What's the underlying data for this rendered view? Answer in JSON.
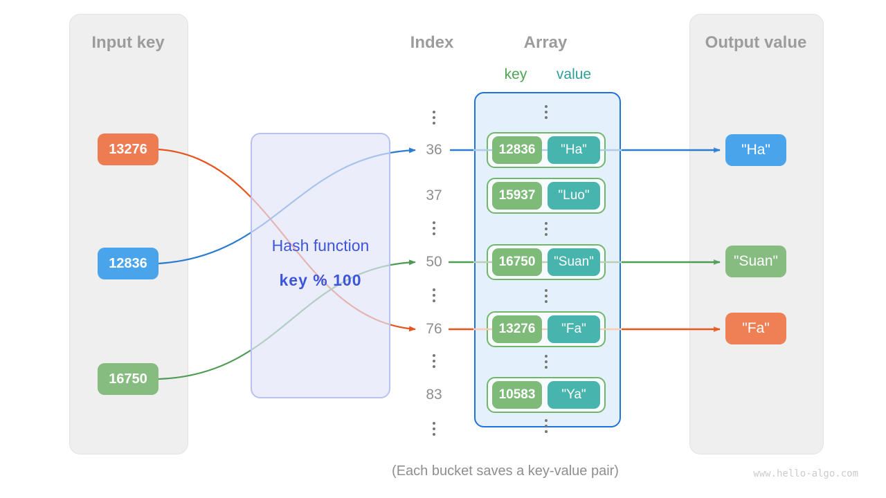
{
  "input_panel": {
    "title": "Input key",
    "keys": [
      "13276",
      "12836",
      "16750"
    ]
  },
  "hash_box": {
    "title": "Hash function",
    "formula": "key % 100"
  },
  "index_column": {
    "title": "Index",
    "values": [
      "36",
      "37",
      "50",
      "76",
      "83"
    ]
  },
  "array_section": {
    "title": "Array",
    "key_header": "key",
    "value_header": "value",
    "buckets": [
      {
        "key": "12836",
        "value": "\"Ha\""
      },
      {
        "key": "15937",
        "value": "\"Luo\""
      },
      {
        "key": "16750",
        "value": "\"Suan\""
      },
      {
        "key": "13276",
        "value": "\"Fa\""
      },
      {
        "key": "10583",
        "value": "\"Ya\""
      }
    ]
  },
  "output_panel": {
    "title": "Output value",
    "values": [
      "\"Ha\"",
      "\"Suan\"",
      "\"Fa\""
    ]
  },
  "caption": "(Each bucket saves a key-value pair)",
  "watermark": "www.hello-algo.com",
  "colors": {
    "orange_box": "#ed7c52",
    "blue_box": "#49a4eb",
    "green_box": "#86bc80",
    "teal_chip": "#47b5ae",
    "green_chip": "#7eba78",
    "bucket_border": "#6fb56a",
    "array_fill": "#e4f0fb",
    "array_border": "#1e72dc",
    "hash_fill": "#e8ebfa",
    "hash_border": "#b7c2ef",
    "hash_text": "#3c55db",
    "line_blue": "#2b7cd0",
    "line_green": "#4e9b54",
    "line_orange": "#e6541f",
    "key_header_green": "#4ca64f",
    "value_header_teal": "#2f9e99",
    "panel_gray": "#efefef",
    "title_gray": "#9c9c9c"
  }
}
